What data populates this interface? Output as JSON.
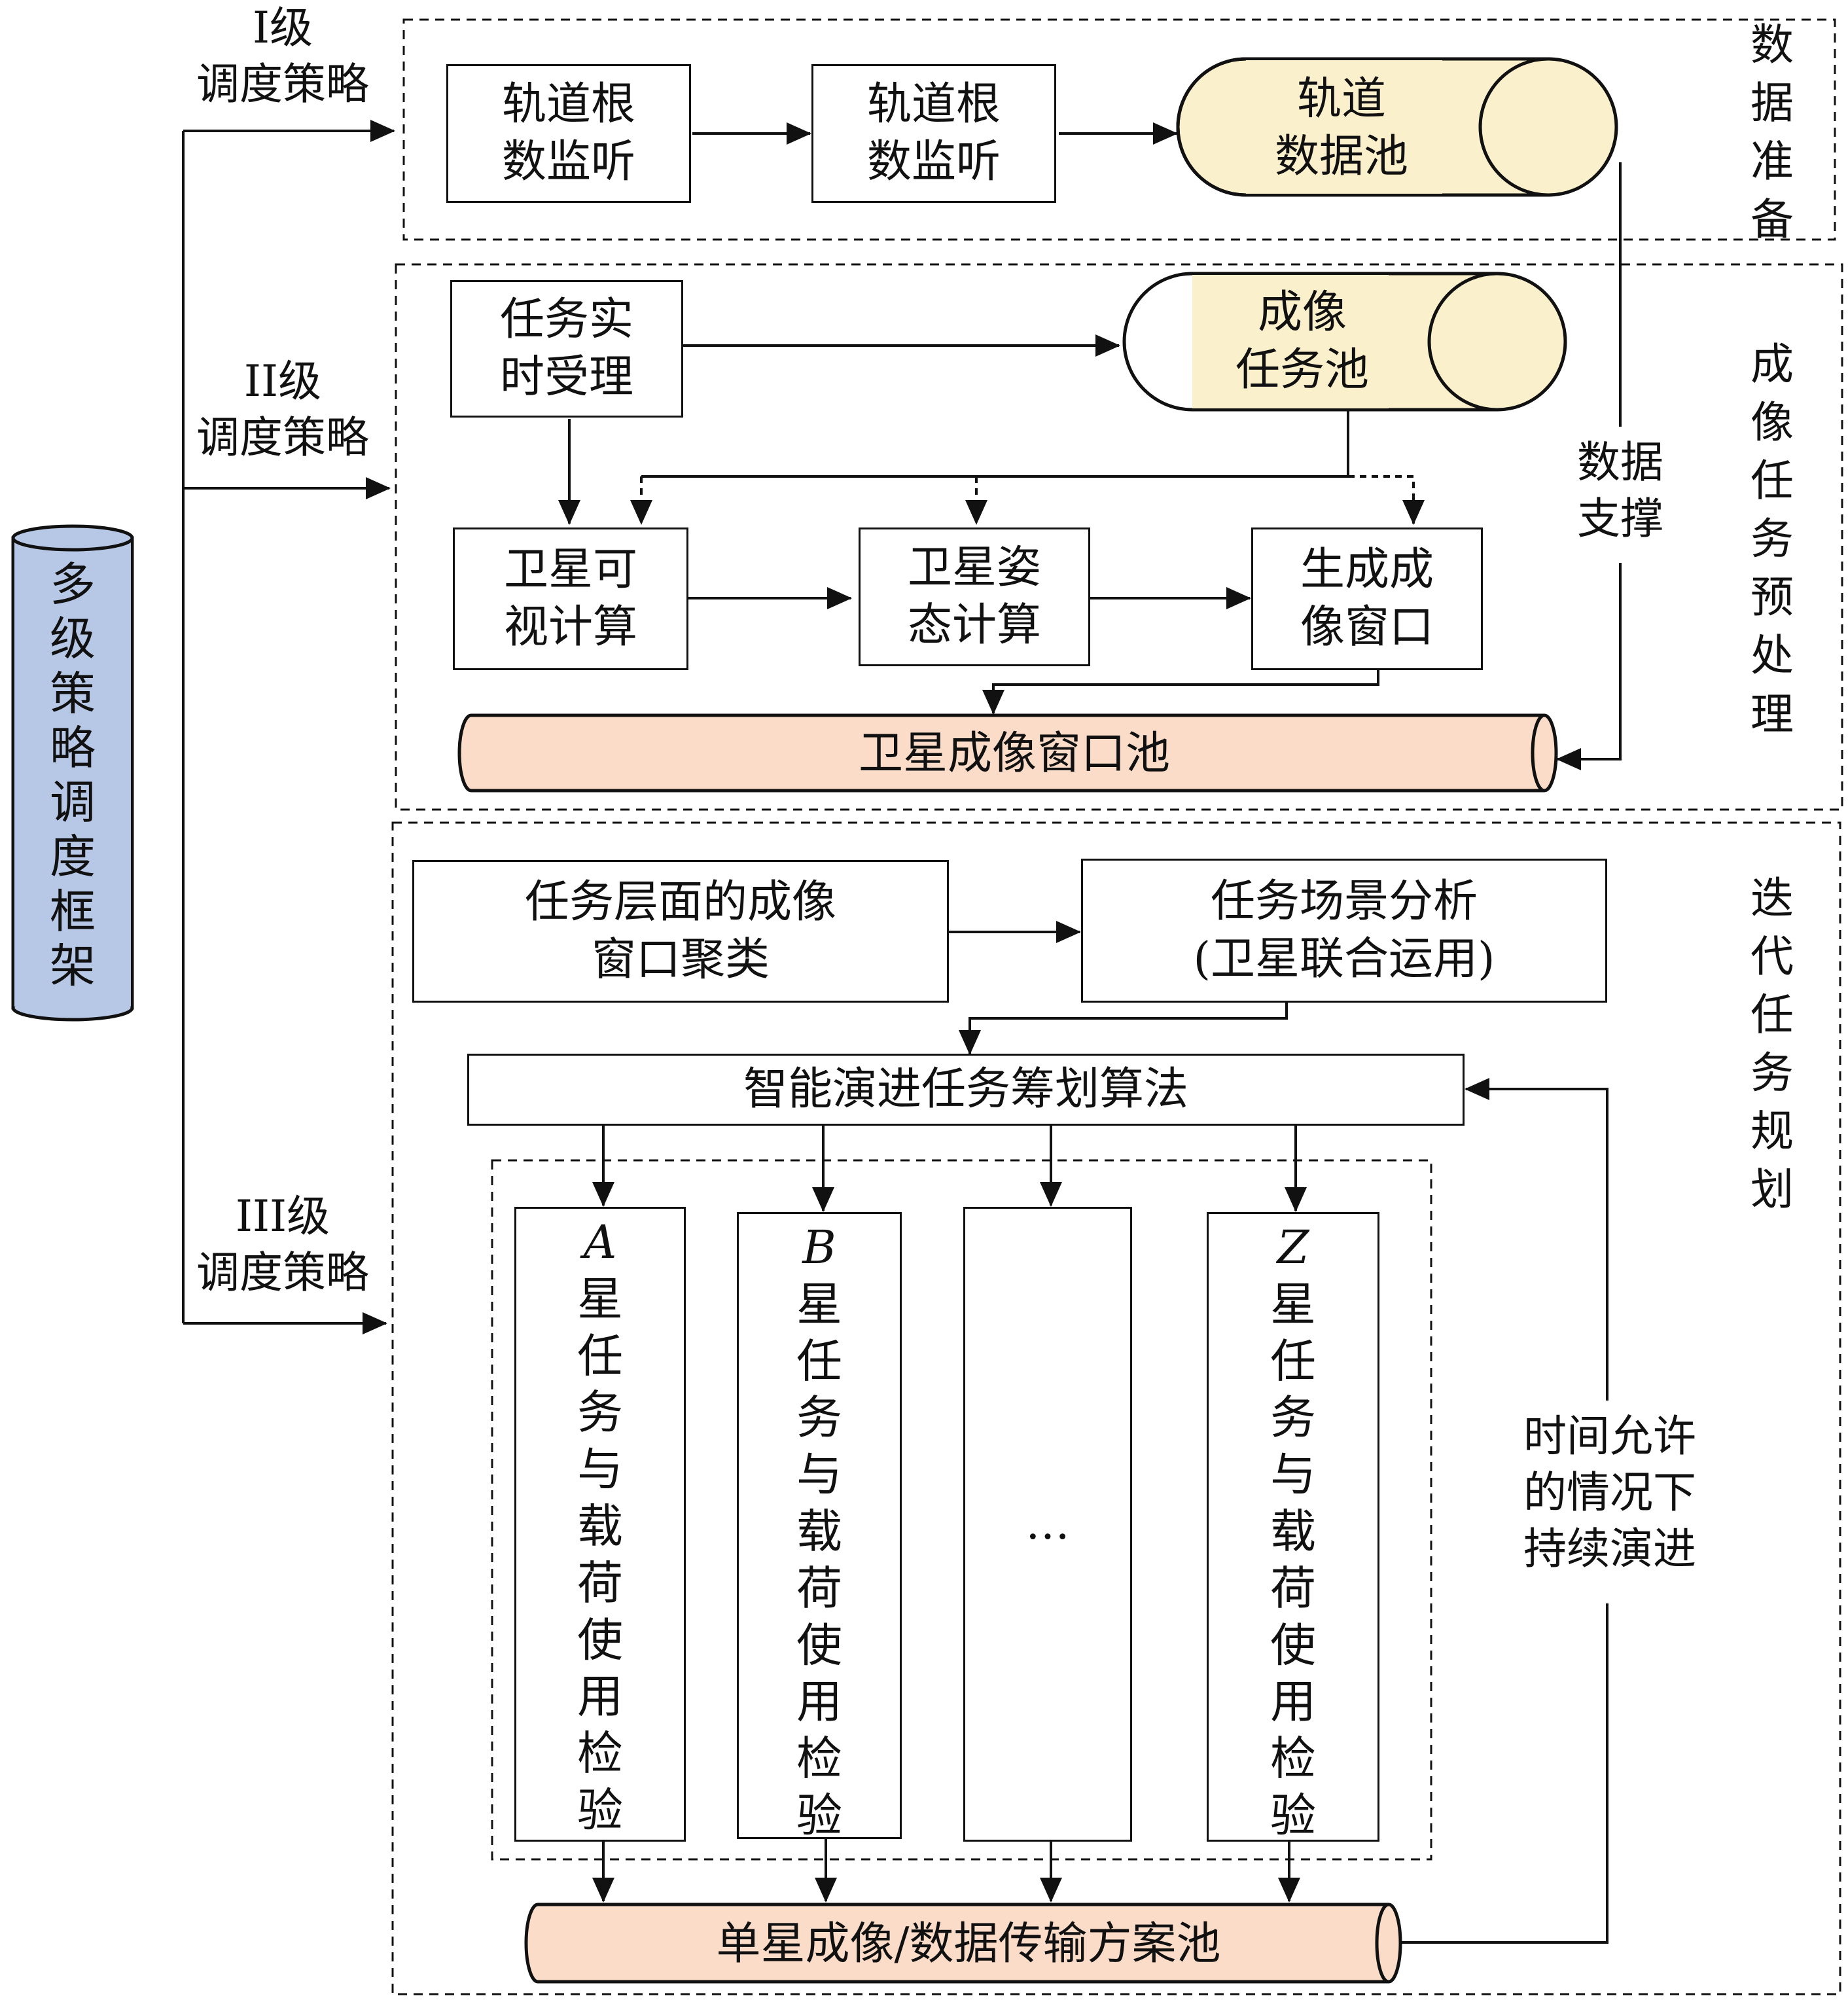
{
  "framework": "多级策略调度框架",
  "levels": {
    "l1": "I级\n调度策略",
    "l2": "II级\n调度策略",
    "l3": "III级\n调度策略"
  },
  "sections": {
    "s1": "数据准备",
    "s2": "成像任务预处理",
    "s3": "迭代任务规划"
  },
  "stage1": {
    "box1": "轨道根\n数监听",
    "box2": "轨道根\n数监听",
    "pool": "轨道\n数据池"
  },
  "stage2": {
    "accept": "任务实\n时受理",
    "pool": "成像\n任务池",
    "visible": "卫星可\n视计算",
    "attitude": "卫星姿\n态计算",
    "window": "生成成\n像窗口",
    "window_pool": "卫星成像窗口池",
    "support": "数据\n支撑"
  },
  "stage3": {
    "cluster": "任务层面的成像\n窗口聚类",
    "scene": "任务场景分析\n(卫星联合运用)",
    "algorithm": "智能演进任务筹划算法",
    "sat_a_letter": "A",
    "sat_b_letter": "B",
    "sat_z_letter": "Z",
    "sat_text": "星任务与载荷使用检验",
    "ellipsis": "…",
    "plan_pool": "单星成像/数据传输方案池",
    "evolve": "时间允许\n的情况下\n持续演进"
  },
  "colors": {
    "yellow_pool": "#fbf0cc",
    "salmon_pool": "#fadcc9",
    "blue_pool": "#b7c7e6"
  }
}
